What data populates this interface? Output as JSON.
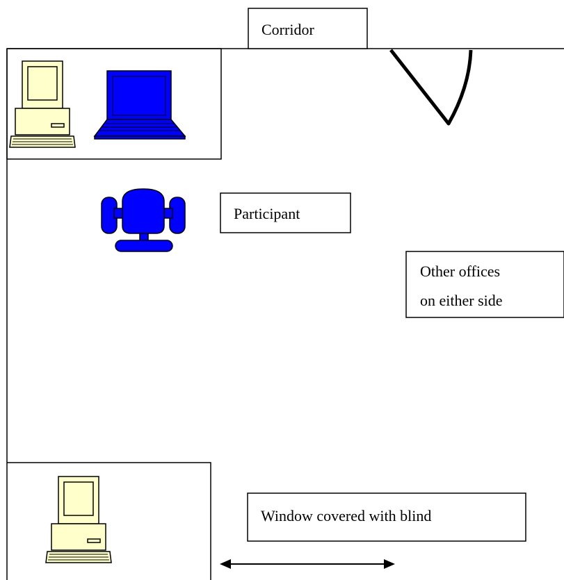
{
  "labels": {
    "corridor": "Corridor",
    "participant": "Participant",
    "other_offices_line1": "Other offices",
    "other_offices_line2": "on either side",
    "window": "Window covered with blind"
  },
  "icons": {
    "desktop_top": "desktop-computer-icon",
    "laptop": "laptop-icon",
    "chair": "office-chair-icon",
    "desktop_bottom": "desktop-computer-icon",
    "door": "door-swing-icon",
    "window_arrow": "double-arrow-icon"
  },
  "colors": {
    "line": "#000000",
    "computer_beige": "#ffffcc",
    "laptop_blue": "#0000ff",
    "chair_blue": "#0000ff"
  }
}
